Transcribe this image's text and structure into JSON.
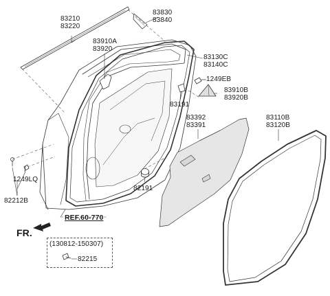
{
  "labels": {
    "l83210": "83210",
    "l83220": "83220",
    "l83830": "83830",
    "l83840": "83840",
    "l83910a": "83910A",
    "l83920": "83920",
    "l83130c": "83130C",
    "l83140c": "83140C",
    "l1249eb": "1249EB",
    "l83910b": "83910B",
    "l83920b": "83920B",
    "l83191": "83191",
    "l83392": "83392",
    "l83391": "83391",
    "l83110b": "83110B",
    "l83120b": "83120B",
    "l1249lq": "1249LQ",
    "l82212b": "82212B",
    "l82191": "82191",
    "ref": "REF.60-770",
    "fr": "FR.",
    "date_range": "(130812-150307)",
    "l82215": "82215"
  },
  "colors": {
    "line": "#333333",
    "panel_fill": "#e6e6e6",
    "hole_fill": "#d8d8d8"
  }
}
